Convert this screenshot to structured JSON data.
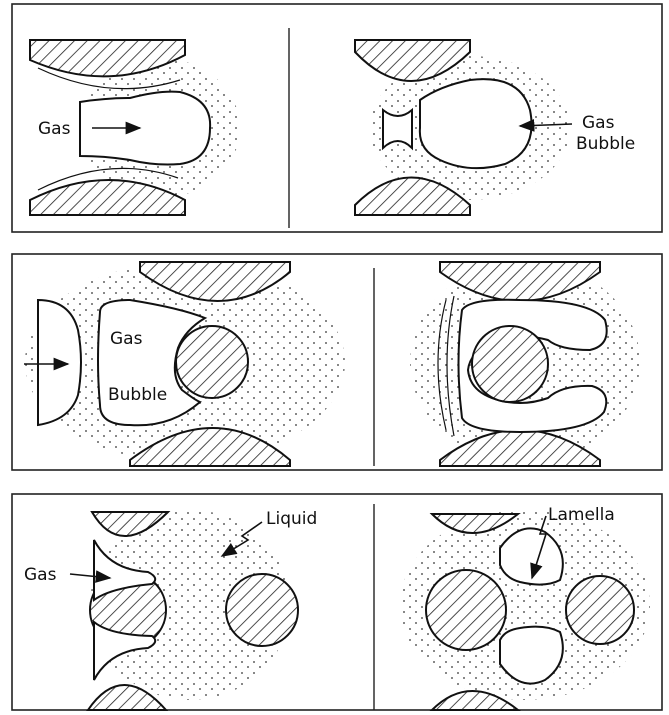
{
  "figure": {
    "panels": [
      {
        "id": "top",
        "left": {
          "labels": [
            "Gas"
          ]
        },
        "right": {
          "labels": [
            "Gas",
            "Bubble"
          ]
        }
      },
      {
        "id": "middle",
        "left": {
          "labels": [
            "Gas",
            "Bubble"
          ]
        },
        "right": {
          "labels": []
        }
      },
      {
        "id": "bottom",
        "left": {
          "labels": [
            "Gas",
            "Liquid"
          ]
        },
        "right": {
          "labels": [
            "Lamella"
          ]
        }
      }
    ]
  },
  "labels": {
    "top_left_gas": "Gas",
    "top_right_gas": "Gas",
    "top_right_bubble": "Bubble",
    "mid_left_gas": "Gas",
    "mid_left_bubble": "Bubble",
    "bottom_left_gas": "Gas",
    "bottom_left_liquid": "Liquid",
    "bottom_right_lamella": "Lamella"
  },
  "colors": {
    "ink": "#111111",
    "background": "#ffffff"
  }
}
